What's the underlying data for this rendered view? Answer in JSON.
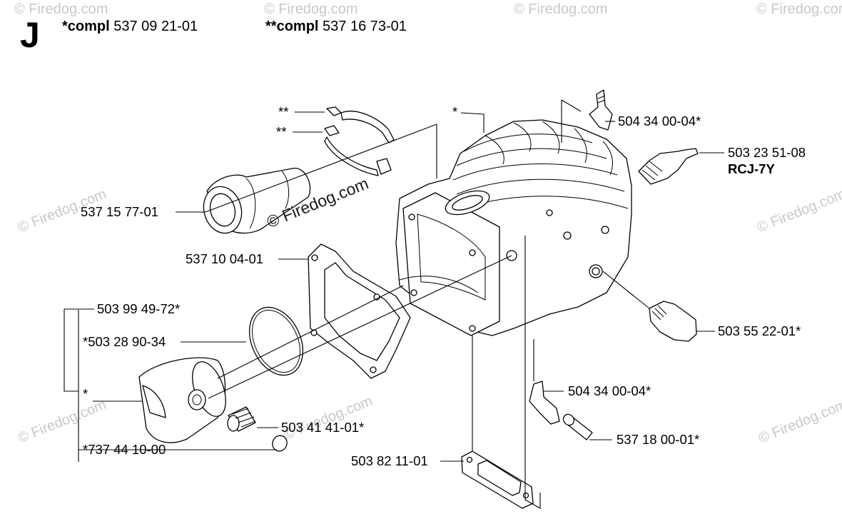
{
  "section": "J",
  "header": [
    {
      "prefix": "*compl",
      "number": "537 09 21-01"
    },
    {
      "prefix": "**compl",
      "number": "537 16 73-01"
    }
  ],
  "labels": {
    "clamp_star1": "**",
    "clamp_star2": "**",
    "cylinder_star": "*",
    "elbow_top": "504 34 00-04*",
    "spark_plug": "503 23 51-08",
    "spark_plug_type": "RCJ-7Y",
    "intake": "537 15 77-01",
    "gasket_intake": "537 10 04-01",
    "piston_kit": "503 99 49-72*",
    "ring": "*503 28 90-34",
    "piston_star": "*",
    "bearing": "503 41 41-01*",
    "circlip": "*737 44 10-00",
    "decomp_valve": "503 55 22-01*",
    "elbow_bottom": "504 34 00-04*",
    "hose": "537 18 00-01*",
    "base_gasket": "503 82 11-01"
  },
  "watermarks": {
    "main": "© Firedog.com",
    "faint": "© Firedog.com"
  }
}
